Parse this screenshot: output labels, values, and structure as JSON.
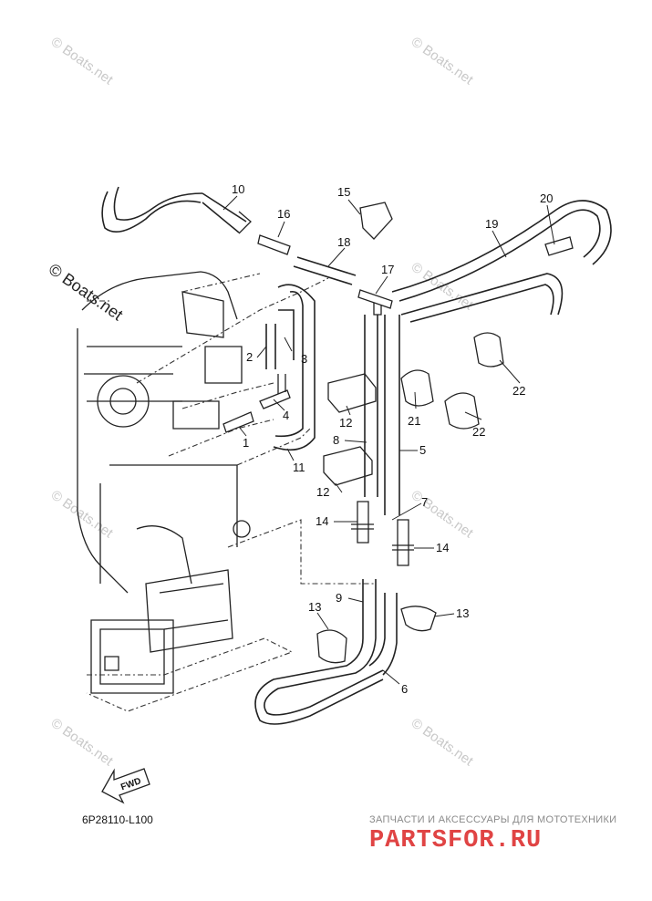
{
  "diagram": {
    "part_code": "6P28110-L100",
    "fwd_label": "FWD",
    "watermark_text": "© Boats.net",
    "watermark_main": "© Boats.net",
    "brand_tagline": "ЗАПЧАСТИ И АКСЕССУАРЫ ДЛЯ МОТОТЕХНИКИ",
    "brand_logo": "PARTSFOR.RU",
    "brand_color": "#e04444",
    "callouts": [
      {
        "label": "1"
      },
      {
        "label": "2"
      },
      {
        "label": "3"
      },
      {
        "label": "4"
      },
      {
        "label": "5"
      },
      {
        "label": "6"
      },
      {
        "label": "7"
      },
      {
        "label": "8"
      },
      {
        "label": "9"
      },
      {
        "label": "10"
      },
      {
        "label": "11"
      },
      {
        "label": "12"
      },
      {
        "label": "12"
      },
      {
        "label": "13"
      },
      {
        "label": "13"
      },
      {
        "label": "14"
      },
      {
        "label": "14"
      },
      {
        "label": "15"
      },
      {
        "label": "16"
      },
      {
        "label": "17"
      },
      {
        "label": "18"
      },
      {
        "label": "19"
      },
      {
        "label": "20"
      },
      {
        "label": "21"
      },
      {
        "label": "22"
      },
      {
        "label": "22"
      }
    ]
  }
}
